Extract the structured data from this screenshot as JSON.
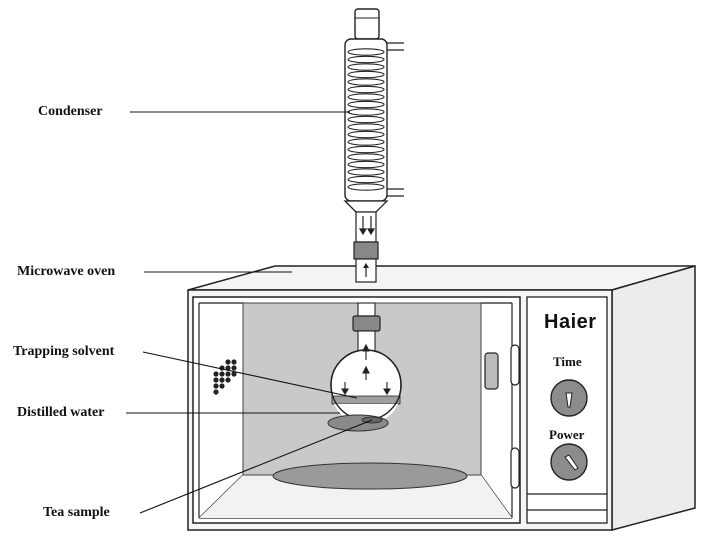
{
  "labels": {
    "condenser": "Condenser",
    "microwave_oven": "Microwave oven",
    "trapping_solvent": "Trapping solvent",
    "distilled_water": "Distilled water",
    "tea_sample": "Tea sample"
  },
  "control_panel": {
    "brand": "Haier",
    "time_label": "Time",
    "power_label": "Power"
  },
  "colors": {
    "cavity": "#c9c9c9",
    "oven_shade": "#e6e6e6",
    "knob": "#8c8c8c",
    "solvent": "#aaaaaa"
  }
}
